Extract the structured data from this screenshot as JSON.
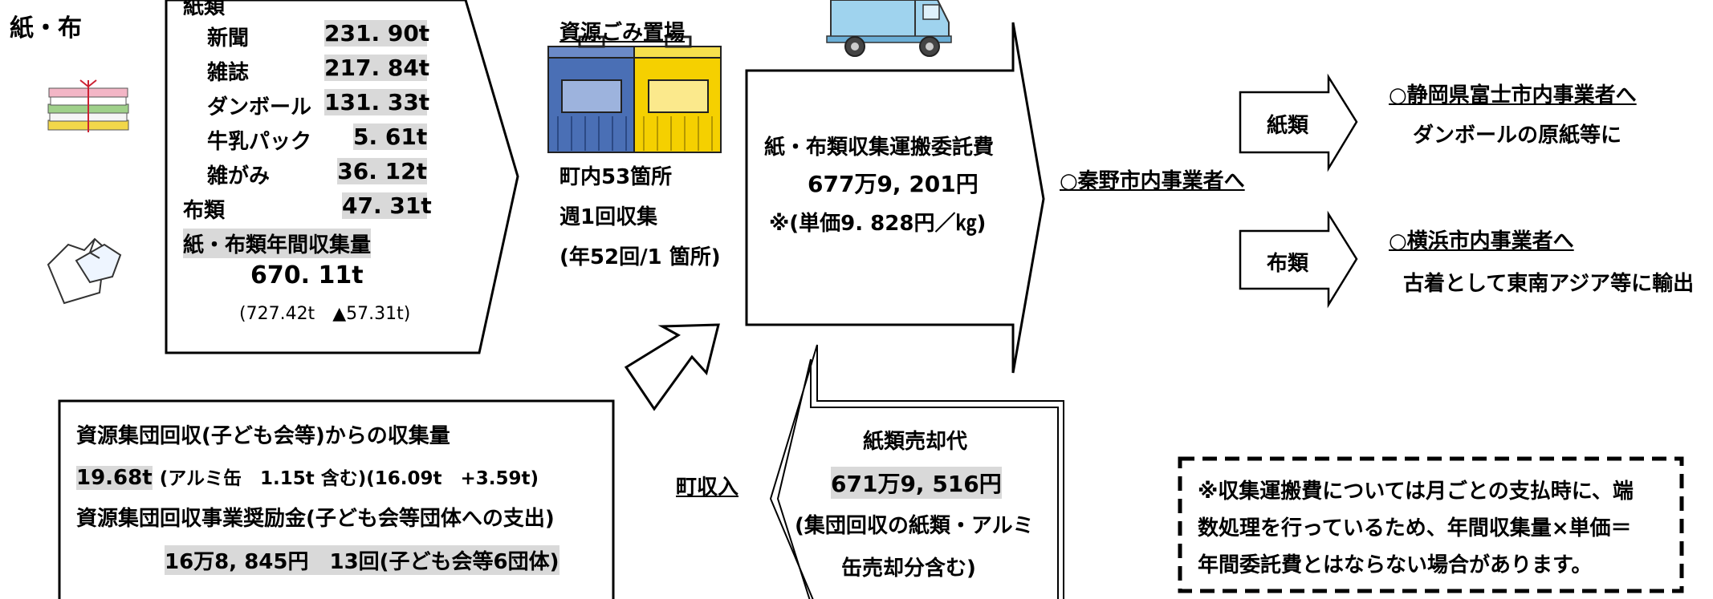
{
  "category_title": "紙・布",
  "collection": {
    "paper_header": "紙類",
    "items": [
      {
        "label": "新聞",
        "value": "231. 90t"
      },
      {
        "label": "雑誌",
        "value": "217. 84t"
      },
      {
        "label": "ダンボール",
        "value": "131. 33t"
      },
      {
        "label": "牛乳パック",
        "value": "5. 61t"
      },
      {
        "label": "雑がみ",
        "value": "36. 12t"
      }
    ],
    "cloth_label": "布類",
    "cloth_value": "47. 31t",
    "annual_label": "紙・布類年間収集量",
    "annual_value": "670. 11t",
    "annual_compare": "(727.42t　▲57.31t)"
  },
  "site": {
    "title": "資源ごみ置場",
    "line1": "町内53箇所",
    "line2": "週1回収集",
    "line3": "(年52回/1 箇所)"
  },
  "transport": {
    "label": "紙・布類収集運搬委託費",
    "amount": "677万9, 201円",
    "unit_price": "※(単価9. 828円／㎏)"
  },
  "hadano": "○秦野市内事業者へ",
  "paper_branch": {
    "label": "紙類",
    "dest": "○静岡県富士市内事業者へ",
    "use": "ダンボールの原紙等に"
  },
  "cloth_branch": {
    "label": "布類",
    "dest": "○横浜市内事業者へ",
    "use": "古着として東南アジア等に輸出"
  },
  "group": {
    "line1": "資源集団回収(子ども会等)からの収集量",
    "amount": "19.68t",
    "detail": "(アルミ缶　1.15t 含む)(16.09t　+3.59t)",
    "line3": "資源集団回収事業奨励金(子ども会等団体への支出)",
    "subsidy": "16万8, 845円　13回(子ども会等6団体)"
  },
  "income_label": "町収入",
  "sales": {
    "title": "紙類売却代",
    "amount": "671万9, 516円",
    "note1": "(集団回収の紙類・アルミ",
    "note2": "缶売却分含む)"
  },
  "note": {
    "line1": "※収集運搬費については月ごとの支払時に、端",
    "line2": "数処理を行っているため、年間収集量×単価＝",
    "line3": "年間委託費とはならない場合があります。"
  },
  "colors": {
    "highlight": "#d9d9d9",
    "bin_left": "#4a6fb5",
    "bin_right": "#f5d000",
    "truck_body": "#9fd3ee"
  }
}
